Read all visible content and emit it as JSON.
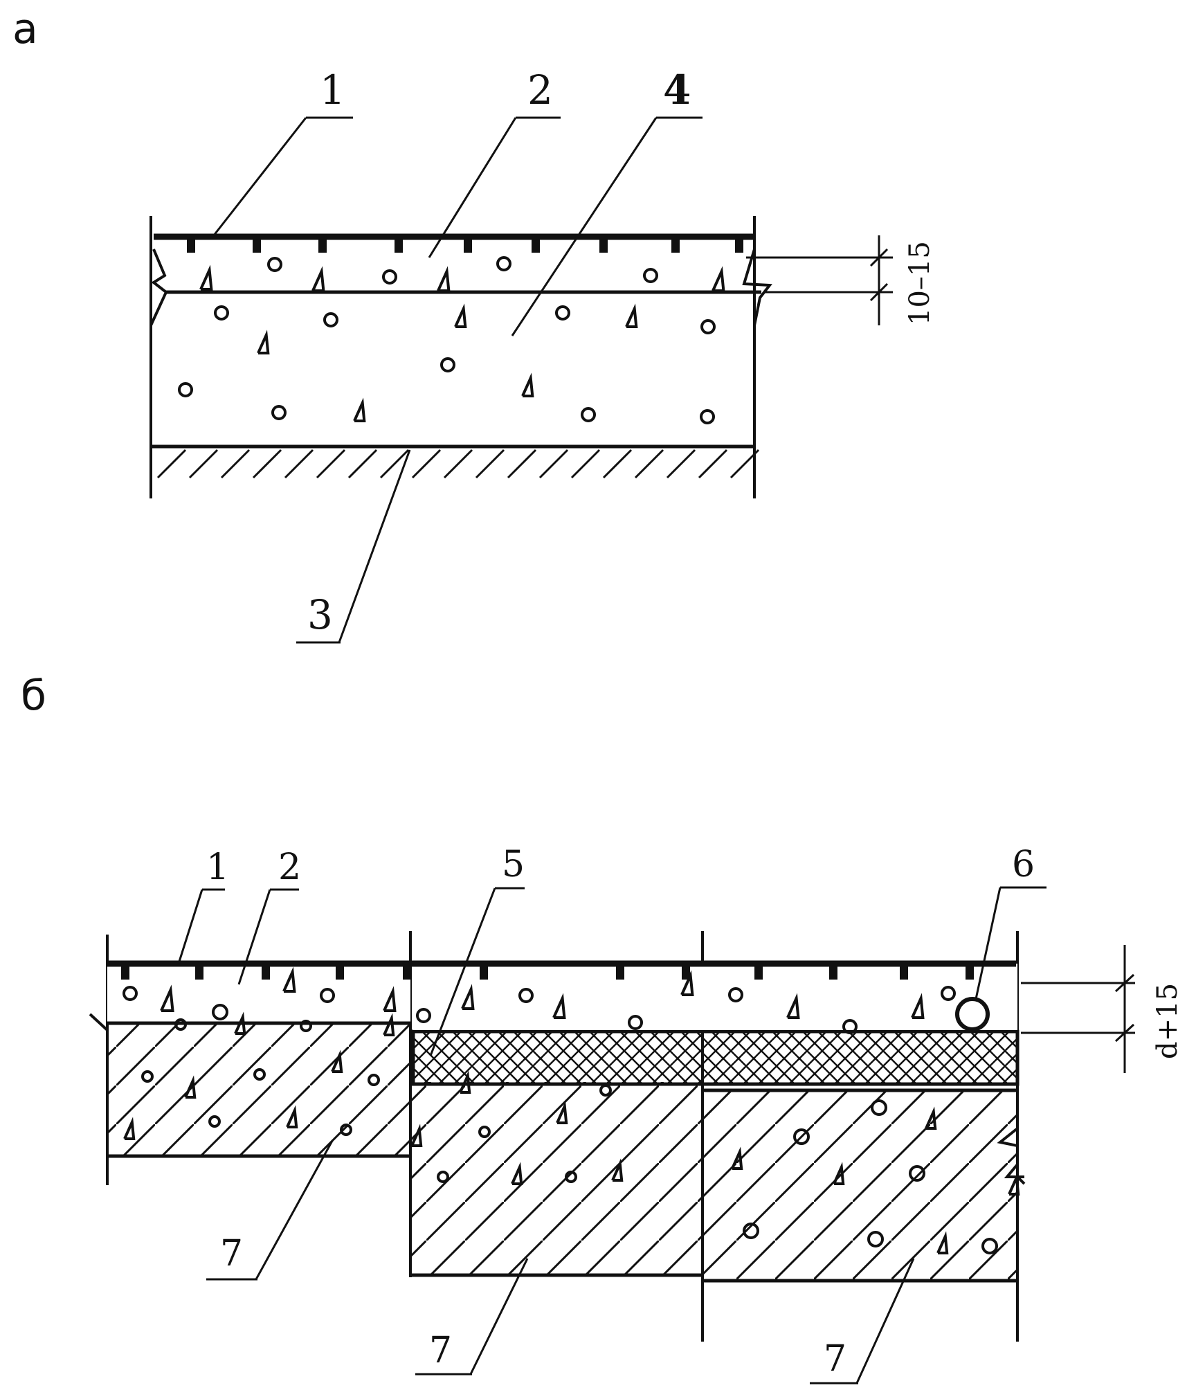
{
  "panels": [
    {
      "id": "a",
      "label": "а"
    },
    {
      "id": "b",
      "label": "б"
    }
  ],
  "callouts_a": [
    "1",
    "2",
    "4",
    "3"
  ],
  "callouts_b": [
    "1",
    "2",
    "5",
    "6",
    "7",
    "7",
    "7"
  ],
  "dimensions": {
    "a": "10–15",
    "b": "d+15"
  },
  "colors": {
    "ink": "#111111",
    "paper": "#ffffff"
  }
}
